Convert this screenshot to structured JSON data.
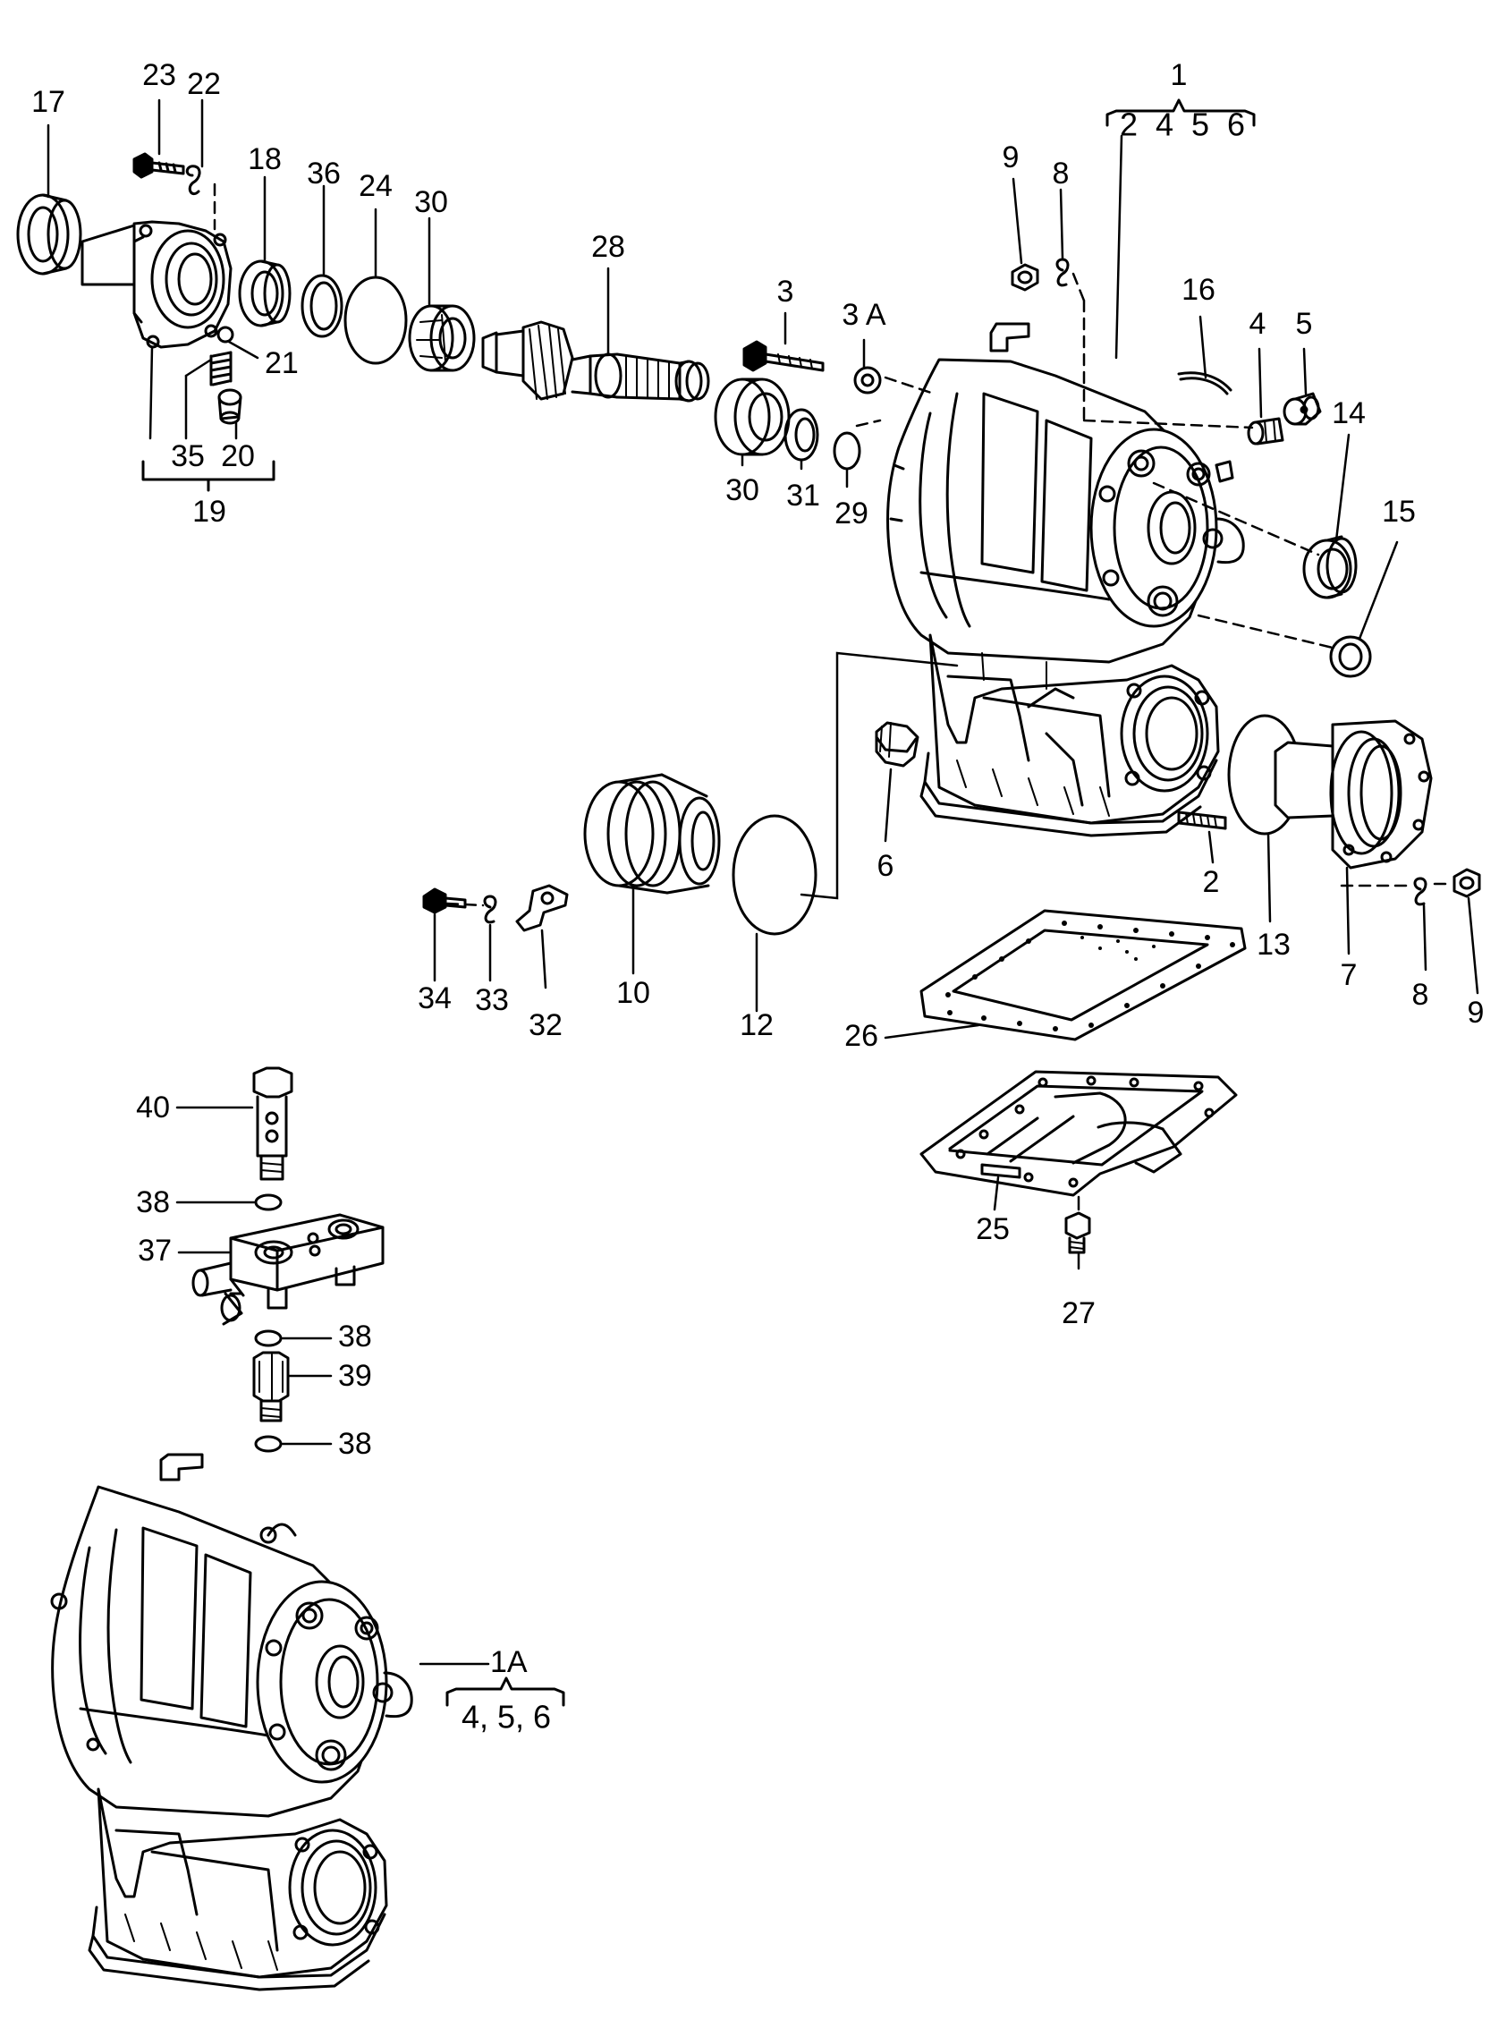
{
  "callouts": {
    "c1": "1",
    "c1A": "1A",
    "c2": "2",
    "c2b": "2",
    "c3": "3",
    "c3A": "3 A",
    "c4": "4",
    "c4b": "4",
    "c5": "5",
    "c5b": "5",
    "c6": "6",
    "c6b": "6",
    "c7": "7",
    "c8a": "8",
    "c8b": "8",
    "c9a": "9",
    "c9b": "9",
    "c10": "10",
    "c12": "12",
    "c13": "13",
    "c14": "14",
    "c15": "15",
    "c16": "16",
    "c17": "17",
    "c18": "18",
    "c19": "19",
    "c20": "20",
    "c21": "21",
    "c22": "22",
    "c23": "23",
    "c24": "24",
    "c25": "25",
    "c26": "26",
    "c27": "27",
    "c28": "28",
    "c29": "29",
    "c30a": "30",
    "c30b": "30",
    "c31": "31",
    "c32": "32",
    "c33": "33",
    "c34": "34",
    "c35": "35",
    "c36": "36",
    "c37": "37",
    "c38a": "38",
    "c38b": "38",
    "c38c": "38",
    "c39": "39",
    "c40": "40"
  },
  "groups": {
    "set1_items": "2  4  5  6",
    "set1A_items": "4, 5, 6"
  }
}
